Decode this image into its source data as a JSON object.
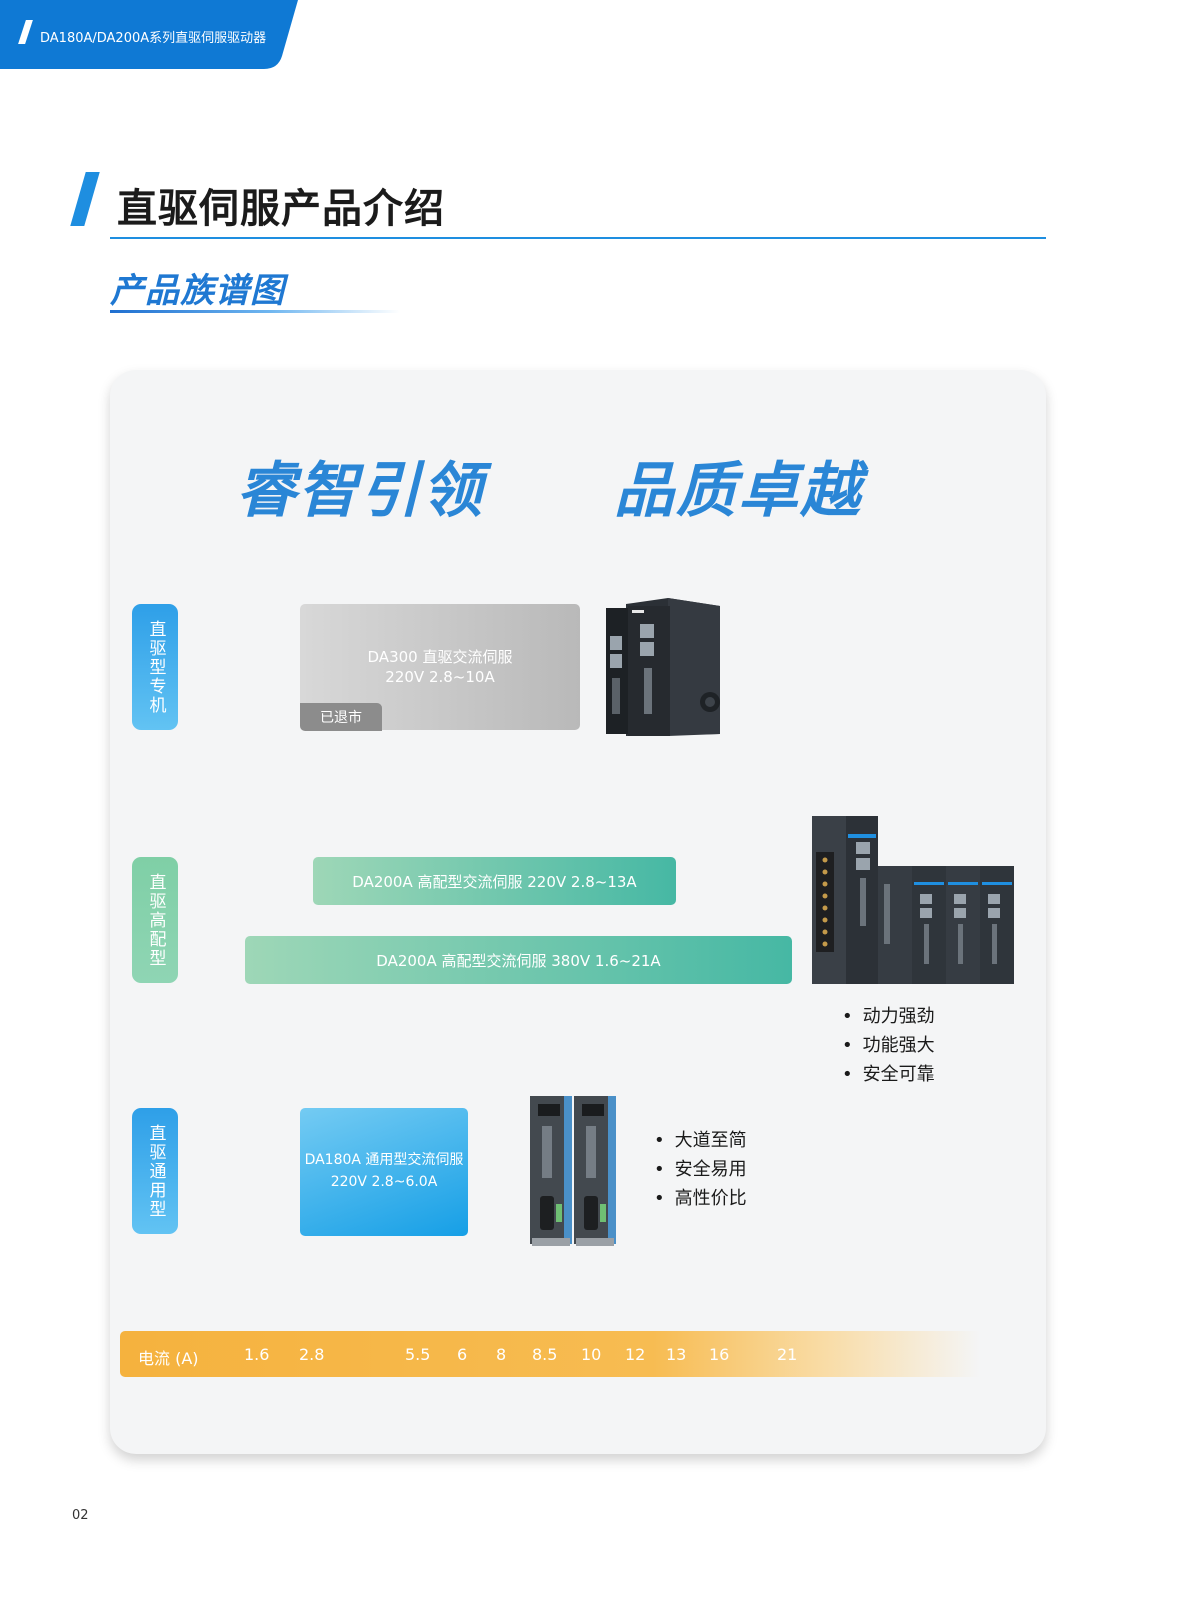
{
  "header": {
    "tab_text": "DA180A/DA200A系列直驱伺服驱动器",
    "color": "#0f79d4"
  },
  "section": {
    "title": "直驱伺服产品介绍",
    "subtitle": "产品族谱图"
  },
  "slogan": {
    "left": "睿智引领",
    "right": "品质卓越"
  },
  "rows": {
    "dedicated": {
      "label": "直驱型专机",
      "bar_line1": "DA300 直驱交流伺服",
      "bar_line2": "220V  2.8~10A",
      "badge": "已退市"
    },
    "high": {
      "label": "直驱高配型",
      "bar_220": "DA200A 高配型交流伺服 220V  2.8~13A",
      "bar_380": "DA200A 高配型交流伺服  380V  1.6~21A"
    },
    "general": {
      "label": "直驱通用型",
      "bar_line1": "DA180A 通用型交流伺服",
      "bar_line2": "220V 2.8~6.0A"
    }
  },
  "features_high": [
    "动力强劲",
    "功能强大",
    "安全可靠"
  ],
  "features_general": [
    "大道至简",
    "安全易用",
    "高性价比"
  ],
  "current_axis": {
    "label": "电流 (A)",
    "ticks": [
      "1.6",
      "2.8",
      "5.5",
      "6",
      "8",
      "8.5",
      "10",
      "12",
      "13",
      "16",
      "21"
    ]
  },
  "product_icons": [
    "servo-drive-da300-image",
    "servo-drive-da200a-group-image",
    "servo-drive-da180a-pair-image"
  ],
  "page_number": "02"
}
